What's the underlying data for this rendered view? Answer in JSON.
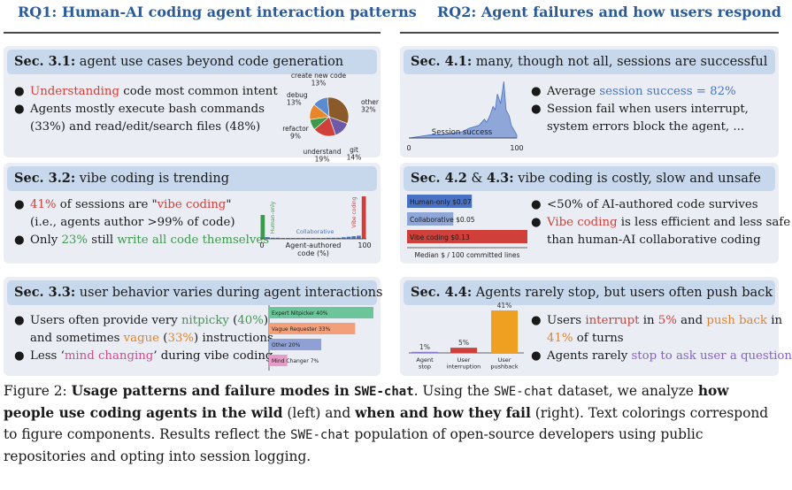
{
  "rq1": {
    "title": "RQ1: Human-AI coding agent interaction patterns"
  },
  "rq2": {
    "title": "RQ2: Agent failures and how users respond"
  },
  "s31": {
    "sec": "Sec. 3.1:",
    "title": " agent use cases beyond code generation",
    "b1": {
      "hl": "Understanding",
      "rest": " code most common intent"
    },
    "b2": {
      "l1": "Agents mostly execute bash commands",
      "l2": "(33%) and read/edit/search files (48%)"
    }
  },
  "s32": {
    "sec": "Sec. 3.2:",
    "title": " vibe coding is trending",
    "b1": {
      "p1": "41%",
      "p2": " of sessions are \"",
      "p3": "vibe coding",
      "p4": "\"",
      "l2": "(i.e., agents author >99% of code)"
    },
    "b2": {
      "p1": "Only ",
      "p2": "23%",
      "p3": " still ",
      "p4": "write all code themselves"
    }
  },
  "s33": {
    "sec": "Sec. 3.3:",
    "title": " user behavior varies during agent interactions",
    "b1": {
      "p1": "Users often provide very ",
      "p2": "nitpicky",
      "p3": " (",
      "p4": "40%",
      "p5": ")"
    },
    "b1l2": {
      "p1": "and sometimes ",
      "p2": "vague",
      "p3": " (",
      "p4": "33%",
      "p5": ") instructions"
    },
    "b2": {
      "p1": "Less ‘",
      "p2": "mind changing",
      "p3": "’ during vibe coding"
    }
  },
  "s41": {
    "sec": "Sec. 4.1:",
    "title": " many, though not all, sessions are successful",
    "b1": {
      "p1": "Average ",
      "p2": "session success = 82%"
    },
    "b2": {
      "l1": "Session fail when users interrupt,",
      "l2": "system errors block the agent, ..."
    }
  },
  "s42": {
    "sec1": "Sec. 4.2",
    "amp": " & ",
    "sec2": "4.3:",
    "title": " vibe coding is costly, slow and unsafe",
    "b1": "<50% of AI-authored code survives",
    "b2": {
      "p1": "Vibe coding",
      "p2": " is less efficient and less safe",
      "l2": "than human-AI collaborative coding"
    }
  },
  "s44": {
    "sec": "Sec. 4.4:",
    "title": " Agents rarely stop, but users often push back",
    "b1": {
      "p1": "Users ",
      "p2": "interrupt",
      "p3": " in ",
      "p4": "5%",
      "p5": " and ",
      "p6": "push back",
      "p7": " in"
    },
    "b1l2": {
      "p1": "41%",
      "p2": " of turns"
    },
    "b2": {
      "p1": "Agents rarely ",
      "p2": "stop to ask user a question"
    }
  },
  "bullet": "●",
  "chart_data": [
    {
      "type": "pie",
      "categories": [
        "create new code",
        "other",
        "git",
        "understand",
        "refactor",
        "debug"
      ],
      "values": [
        13,
        32,
        14,
        19,
        9,
        13
      ],
      "labels": [
        "create new code\n13%",
        "other\n32%",
        "git\n14%",
        "understand\n19%",
        "refactor\n9%",
        "debug\n13%"
      ],
      "colors": [
        "#5b8bd0",
        "#8a5a2a",
        "#6e5aa8",
        "#d0403a",
        "#3c9a4c",
        "#e8862a"
      ]
    },
    {
      "type": "bar",
      "xlabel": "Agent-authored code (%)",
      "tick_labels": [
        "0",
        "100"
      ],
      "annotations": [
        "Human-only",
        "Collaborative",
        "Vibe coding"
      ],
      "x": [
        0,
        5,
        10,
        15,
        20,
        25,
        30,
        35,
        40,
        45,
        50,
        55,
        60,
        65,
        70,
        75,
        80,
        85,
        90,
        95,
        100
      ],
      "values": [
        23,
        1.5,
        1,
        1,
        0.8,
        0.8,
        0.8,
        0.8,
        0.8,
        0.8,
        0.8,
        0.8,
        0.8,
        1,
        1,
        1,
        1.5,
        2,
        2.5,
        3,
        41
      ]
    },
    {
      "type": "bar",
      "orientation": "horizontal",
      "categories": [
        "Expert Nitpicker 40%",
        "Vague Requester 33%",
        "Other 20%",
        "Mind Changer 7%"
      ],
      "values": [
        40,
        33,
        20,
        7
      ],
      "colors": [
        "#6cc49a",
        "#f2a07a",
        "#8ea0d4",
        "#e89ac8"
      ]
    },
    {
      "type": "area",
      "xlabel": "Session success",
      "tick_labels": [
        "0",
        "100"
      ],
      "x": [
        0,
        10,
        20,
        30,
        40,
        50,
        55,
        60,
        65,
        70,
        72,
        75,
        78,
        80,
        82,
        85,
        88,
        90,
        93,
        95,
        100
      ],
      "values": [
        0,
        0.5,
        1,
        1,
        1.5,
        2,
        3,
        3.5,
        4,
        6,
        5,
        7,
        10,
        9,
        14,
        11,
        18,
        9,
        7,
        4,
        1
      ]
    },
    {
      "type": "bar",
      "orientation": "horizontal",
      "xlabel": "Median $ / 100 committed lines",
      "categories": [
        "Human-only $0.07",
        "Collaborative $0.05",
        "Vibe coding $0.13"
      ],
      "values": [
        0.07,
        0.05,
        0.13
      ],
      "colors": [
        "#4a72c4",
        "#8ea6d8",
        "#d0403a"
      ]
    },
    {
      "type": "bar",
      "categories": [
        "Agent\nstop",
        "User\ninterruption",
        "User\npushback"
      ],
      "values": [
        1,
        5,
        41
      ],
      "labels": [
        "1%",
        "5%",
        "41%"
      ],
      "colors": [
        "#8a78cc",
        "#d0403a",
        "#f0a020"
      ]
    }
  ],
  "caption": {
    "fig": "Figure 2: ",
    "b1": "Usage patterns and failure modes in ",
    "b1m": "SWE-chat",
    "t1": ". Using the ",
    "t1m": "SWE-chat",
    "t2": " dataset, we analyze ",
    "b2": "how people use coding agents in the wild",
    "t3": " (left) and ",
    "b3": "when and how they fail",
    "t4": " (right). Text colorings correspond to figure components. Results reflect the ",
    "t4m": "SWE-chat",
    "t5": " population of open-source developers using public repositories and opting into session logging."
  }
}
